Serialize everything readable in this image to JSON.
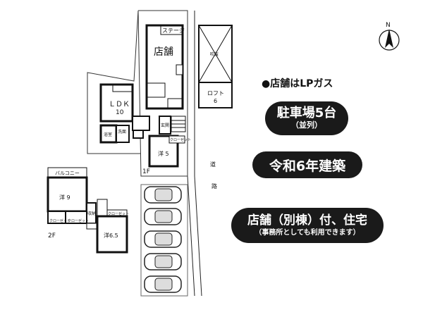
{
  "floorplan": {
    "stage": "ステージ",
    "shop": "店舗",
    "fukinuke": "吹抜",
    "loft": "ロフト",
    "loft_size": "6",
    "ldk": "ＬＤＫ",
    "ldk_size": "10",
    "bath": "浴室",
    "wash": "洗面",
    "entrance": "玄関",
    "closet": "クローゼット",
    "west5": "洋 5",
    "floor1": "1F",
    "balcony": "バルコニー",
    "west9": "洋 9",
    "closet_a": "クローゼット",
    "closet_b": "クローゼット",
    "closet_c": "クローゼット",
    "storage": "収納",
    "west65": "洋6.5",
    "floor2": "2F",
    "road1": "道",
    "road2": "路",
    "north": "N"
  },
  "notes": {
    "lp_gas": "●店舗はLPガス",
    "parking": "駐車場5台",
    "parking_sub": "（並列）",
    "built": "令和6年建築",
    "main": "店舗（別棟）付、住宅",
    "main_sub": "（事務所としても利用できます）"
  }
}
